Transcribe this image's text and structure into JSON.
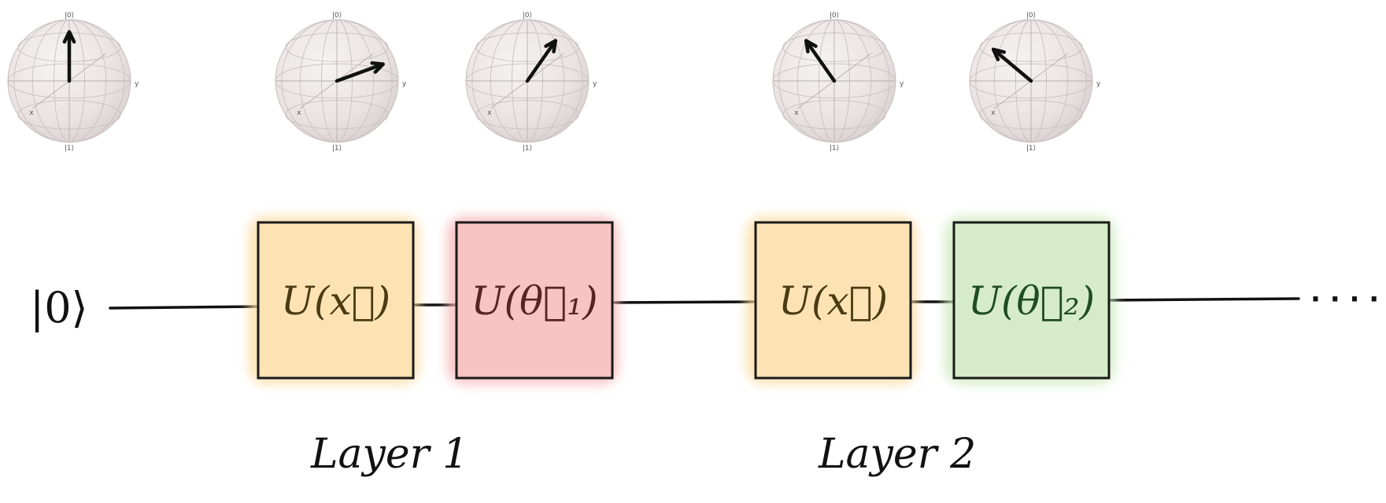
{
  "input_state": "|0⟩",
  "ellipsis": "· · · ·",
  "gates": [
    {
      "label": "U(x⃗)",
      "fill": "#fde3b4",
      "text_color": "#4a3b12",
      "wash": "#fbd99a"
    },
    {
      "label": "U(θ⃗₁)",
      "fill": "#f7c3c3",
      "text_color": "#5a2323",
      "wash": "#f5b0b0"
    },
    {
      "label": "U(x⃗)",
      "fill": "#fde3b4",
      "text_color": "#4a3b12",
      "wash": "#fbd99a"
    },
    {
      "label": "U(θ⃗₂)",
      "fill": "#d6ecc9",
      "text_color": "#1f4d1f",
      "wash": "#c9e8b8"
    }
  ],
  "layers": [
    {
      "label": "Layer 1"
    },
    {
      "label": "Layer 2"
    }
  ],
  "bloch_spheres": [
    {
      "name": "sphere-initial",
      "ket0": "|0⟩",
      "ket1": "|1⟩",
      "x_label": "x",
      "y_label": "y",
      "arrow_angle_deg": 90
    },
    {
      "name": "sphere-after-encoding-1",
      "ket0": "|0⟩",
      "ket1": "|1⟩",
      "x_label": "x",
      "y_label": "y",
      "arrow_angle_deg": 20
    },
    {
      "name": "sphere-after-layer-1",
      "ket0": "|0⟩",
      "ket1": "|1⟩",
      "x_label": "x",
      "y_label": "y",
      "arrow_angle_deg": 55
    },
    {
      "name": "sphere-after-encoding-2",
      "ket0": "|0⟩",
      "ket1": "|1⟩",
      "x_label": "x",
      "y_label": "y",
      "arrow_angle_deg": 125
    },
    {
      "name": "sphere-after-layer-2",
      "ket0": "|0⟩",
      "ket1": "|1⟩",
      "x_label": "x",
      "y_label": "y",
      "arrow_angle_deg": 140
    }
  ],
  "colors": {
    "wire": "#111111",
    "sphere_fill": "#ece6e6",
    "sphere_grid": "#c9c0c0",
    "arrow": "#111111",
    "box_border": "#1a1a1a"
  }
}
